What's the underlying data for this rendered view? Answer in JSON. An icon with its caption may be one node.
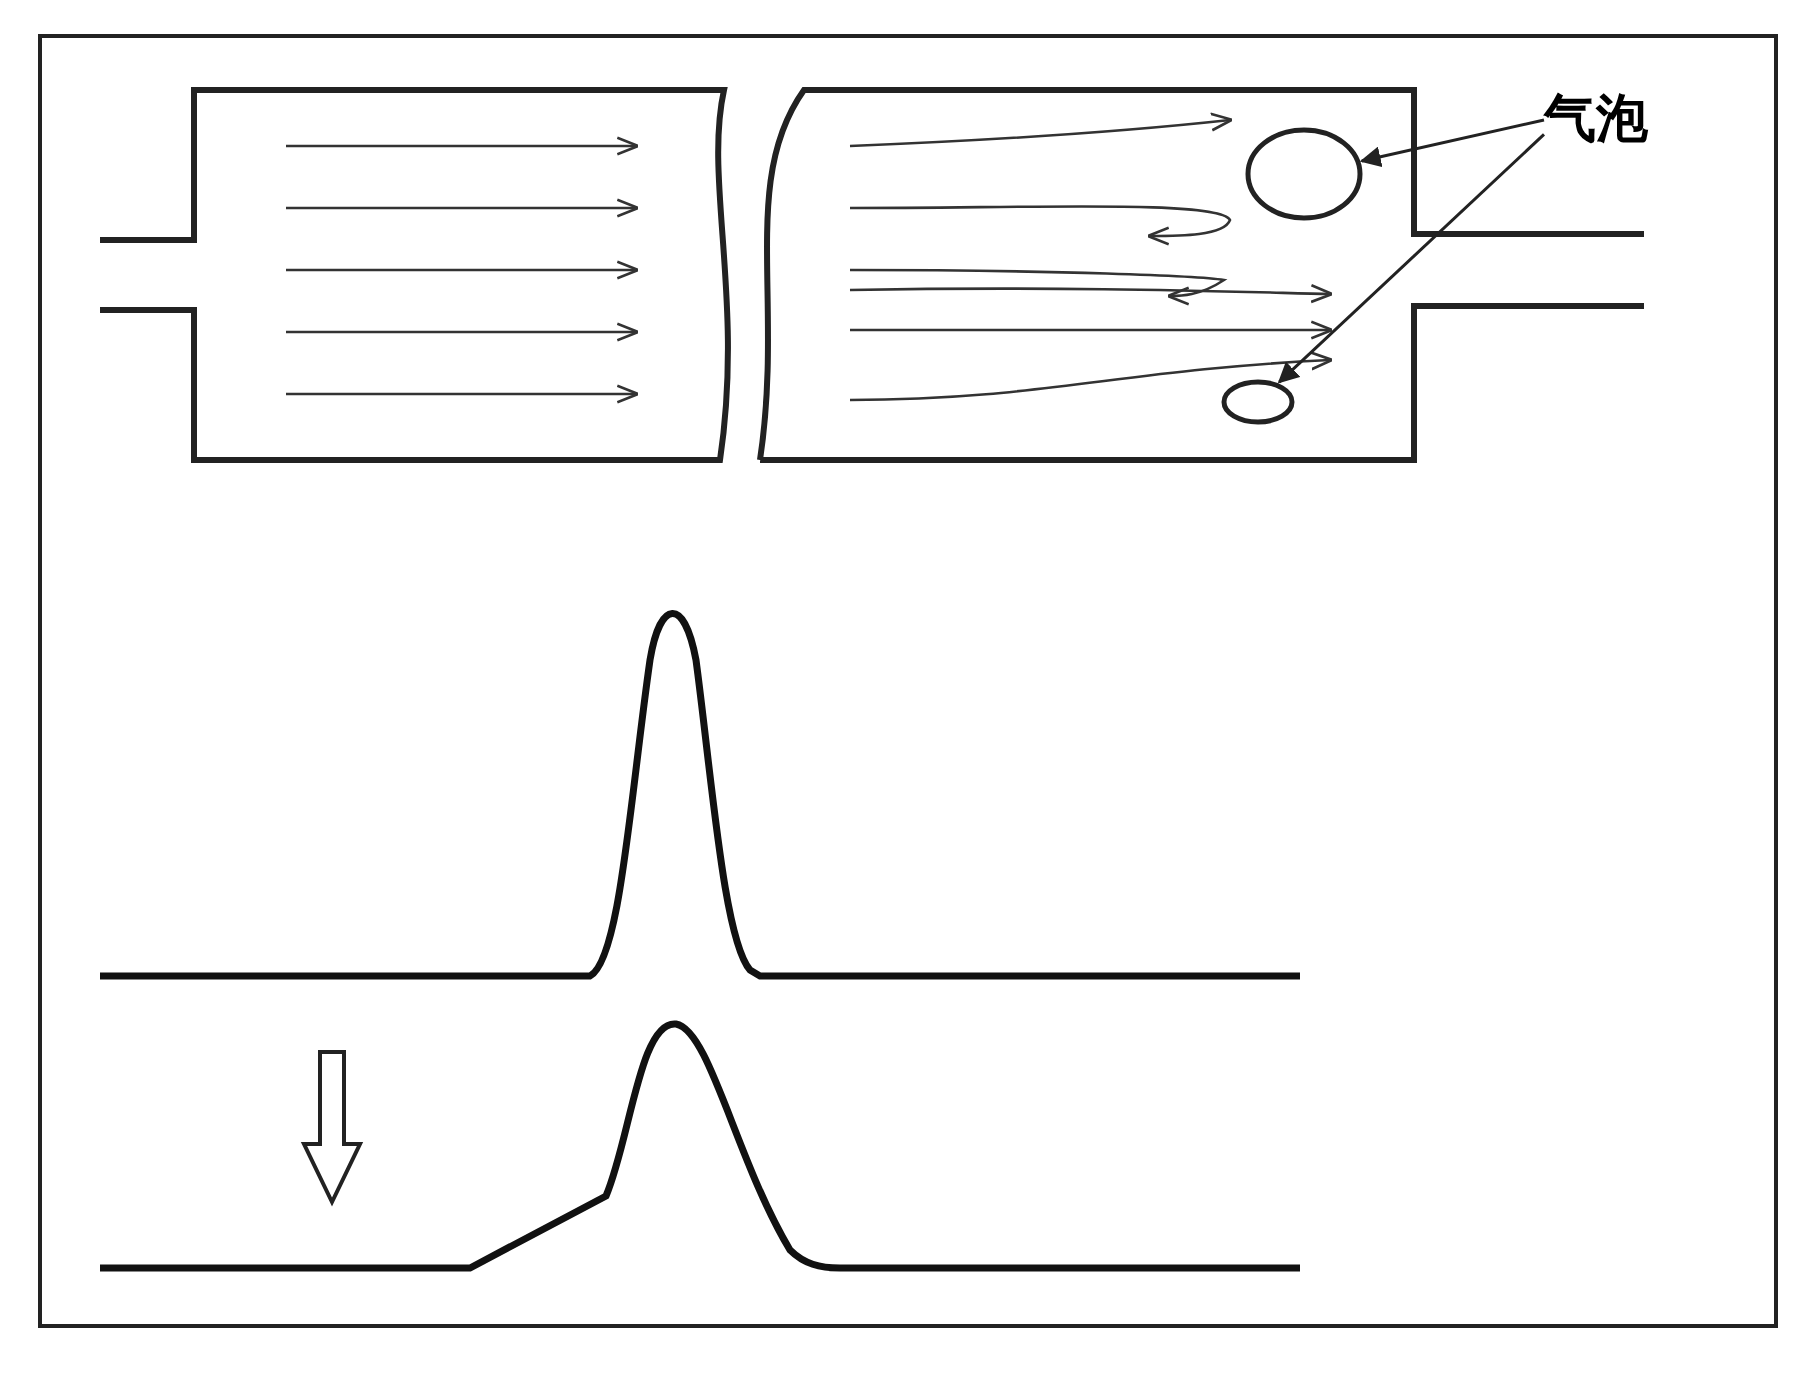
{
  "diagram": {
    "nodes": [
      {
        "text": [
          "气泡"
        ]
      },
      {
        "text": [],
        "shape": "circle"
      },
      {
        "text": [],
        "shape": "circle"
      }
    ],
    "edges": [
      {
        "from": 0,
        "to": 1,
        "arrow": "to"
      },
      {
        "from": 0,
        "to": 2,
        "arrow": "to"
      }
    ]
  }
}
